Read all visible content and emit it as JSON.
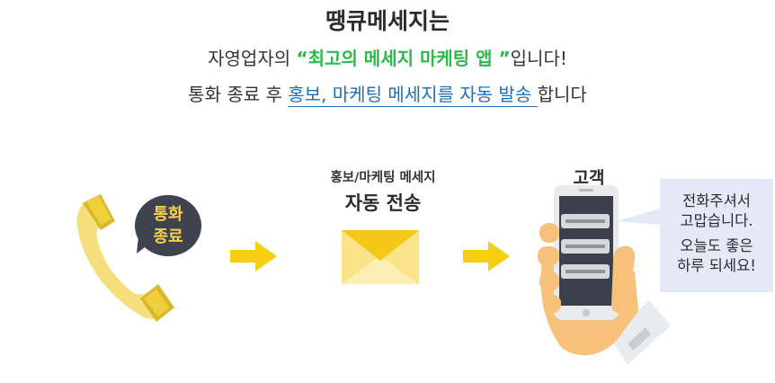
{
  "title": "땡큐메세지는",
  "line1": {
    "before": "자영업자의 ",
    "quote_open": "“",
    "highlight": "최고의 메세지 마케팅 앱 ",
    "quote_close": "”",
    "after": "입니다!"
  },
  "line2": {
    "before": "통화 종료 후 ",
    "underlined": "홍보, 마케팅 메세지를 자동 발송 ",
    "after": "합니다"
  },
  "call_end_badge": {
    "line1": "통화",
    "line2": "종료"
  },
  "center_label": {
    "small": "홍보/마케팅 메세지",
    "big": "자동 전송"
  },
  "customer_label": "고객",
  "customer_message": {
    "line1": "전화주셔서",
    "line2": "고맙습니다.",
    "line3": "오늘도 좋은",
    "line4": "하루 되세요!"
  },
  "colors": {
    "accent_green": "#2db84a",
    "link_blue": "#1f6fb5",
    "yellow": "#f8d34a",
    "dark": "#3f4350"
  },
  "icons": [
    "phone-handset-icon",
    "arrow-right-icon",
    "envelope-icon",
    "hand-holding-phone-icon"
  ]
}
